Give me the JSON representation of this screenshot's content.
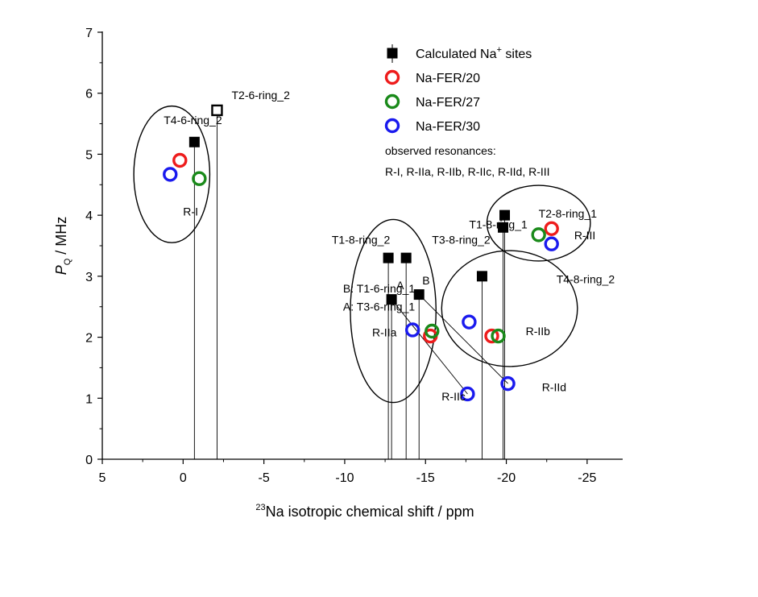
{
  "chart_data": {
    "type": "scatter",
    "xlabel_sup": "23",
    "xlabel": "Na isotropic chemical shift / ppm",
    "ylabel_main": "P",
    "ylabel_sub": "Q",
    "ylabel_rest": " / MHz",
    "xlim": [
      5,
      -27.2
    ],
    "ylim": [
      0,
      7
    ],
    "xticks": [
      5,
      0,
      -5,
      -10,
      -15,
      -20,
      -25
    ],
    "yticks": [
      0,
      1,
      2,
      3,
      4,
      5,
      6,
      7
    ],
    "xtick_labels": [
      "5",
      "0",
      "-5",
      "-10",
      "-15",
      "-20",
      "-25"
    ],
    "ytick_labels": [
      "0",
      "1",
      "2",
      "3",
      "4",
      "5",
      "6",
      "7"
    ],
    "series": [
      {
        "name": "Calculated Na+ sites",
        "marker": "filled-square",
        "color": "#000000",
        "points": [
          [
            -0.7,
            5.2
          ],
          [
            -12.7,
            3.3
          ],
          [
            -13.8,
            3.3
          ],
          [
            -12.9,
            2.62
          ],
          [
            -14.6,
            2.7
          ],
          [
            -18.5,
            3.0
          ],
          [
            -19.8,
            3.8
          ],
          [
            -19.9,
            4.0
          ]
        ]
      },
      {
        "name": "",
        "marker": "open-square",
        "color": "#000000",
        "points": [
          [
            -2.1,
            5.72
          ]
        ]
      },
      {
        "name": "Na-FER/20",
        "marker": "open-circle",
        "color": "#ee1c1c",
        "points": [
          [
            0.2,
            4.9
          ],
          [
            -15.3,
            2.02
          ],
          [
            -19.1,
            2.02
          ],
          [
            -22.8,
            3.78
          ]
        ]
      },
      {
        "name": "Na-FER/27",
        "marker": "open-circle",
        "color": "#1a8a1a",
        "points": [
          [
            -1.0,
            4.6
          ],
          [
            -15.4,
            2.1
          ],
          [
            -19.5,
            2.02
          ],
          [
            -22.0,
            3.68
          ]
        ]
      },
      {
        "name": "Na-FER/30",
        "marker": "open-circle",
        "color": "#1a1aee",
        "points": [
          [
            0.8,
            4.67
          ],
          [
            -14.2,
            2.12
          ],
          [
            -17.7,
            2.25
          ],
          [
            -17.6,
            1.07
          ],
          [
            -20.1,
            1.24
          ],
          [
            -22.8,
            3.53
          ]
        ]
      }
    ],
    "legend_position": "top-right",
    "legend_extra": [
      "observed resonances:",
      "R-I, R-IIa, R-IIb, R-IIc, R-IId, R-III"
    ],
    "annotations": [
      {
        "text": "T2-6-ring_2",
        "x": -3.0,
        "y": 5.97
      },
      {
        "text": "T4-6-ring_2",
        "x": 1.2,
        "y": 5.56
      },
      {
        "text": "R-I",
        "x": 0.0,
        "y": 4.06
      },
      {
        "text": "T1-8-ring_2",
        "x": -9.2,
        "y": 3.6
      },
      {
        "text": "T3-8-ring_2",
        "x": -15.4,
        "y": 3.6
      },
      {
        "text": "B: T1-6-ring_1",
        "x": -9.9,
        "y": 2.8
      },
      {
        "text": "A: T3-6-ring_1",
        "x": -9.9,
        "y": 2.5
      },
      {
        "text": "A",
        "x": -13.2,
        "y": 2.85
      },
      {
        "text": "B",
        "x": -14.8,
        "y": 2.93
      },
      {
        "text": "R-IIa",
        "x": -11.7,
        "y": 2.08
      },
      {
        "text": "R-IIb",
        "x": -21.2,
        "y": 2.1
      },
      {
        "text": "R-IIc",
        "x": -16.0,
        "y": 1.03
      },
      {
        "text": "R-IId",
        "x": -22.2,
        "y": 1.18
      },
      {
        "text": "R-III",
        "x": -24.2,
        "y": 3.67
      },
      {
        "text": "T1-8-ring_1",
        "x": -17.7,
        "y": 3.85
      },
      {
        "text": "T2-8-ring_1",
        "x": -22.0,
        "y": 4.03
      },
      {
        "text": "T4-8-ring_2",
        "x": -23.1,
        "y": 2.95
      }
    ],
    "vertical_lines": [
      {
        "x": -0.7,
        "y": 5.2
      },
      {
        "x": -2.1,
        "y": 5.72
      },
      {
        "x": -12.7,
        "y": 3.3
      },
      {
        "x": -13.8,
        "y": 3.3
      },
      {
        "x": -12.9,
        "y": 2.62
      },
      {
        "x": -14.6,
        "y": 2.7
      },
      {
        "x": -18.5,
        "y": 3.0
      },
      {
        "x": -19.8,
        "y": 3.8
      },
      {
        "x": -19.9,
        "y": 4.0
      }
    ],
    "connectors": [
      {
        "from": [
          -12.9,
          2.62
        ],
        "to": [
          -17.6,
          1.07
        ]
      },
      {
        "from": [
          -14.6,
          2.7
        ],
        "to": [
          -20.1,
          1.24
        ]
      }
    ],
    "ellipses": [
      {
        "name": "R-I",
        "cx": 0.7,
        "cy": 4.67,
        "rx": 2.35,
        "ry": 1.12
      },
      {
        "name": "R-IIa",
        "cx": -13.0,
        "cy": 2.43,
        "rx": 2.65,
        "ry": 1.5
      },
      {
        "name": "R-IIb",
        "cx": -20.2,
        "cy": 2.47,
        "rx": 4.2,
        "ry": 0.95
      },
      {
        "name": "R-III",
        "cx": -22.0,
        "cy": 3.87,
        "rx": 3.2,
        "ry": 0.62
      }
    ]
  }
}
